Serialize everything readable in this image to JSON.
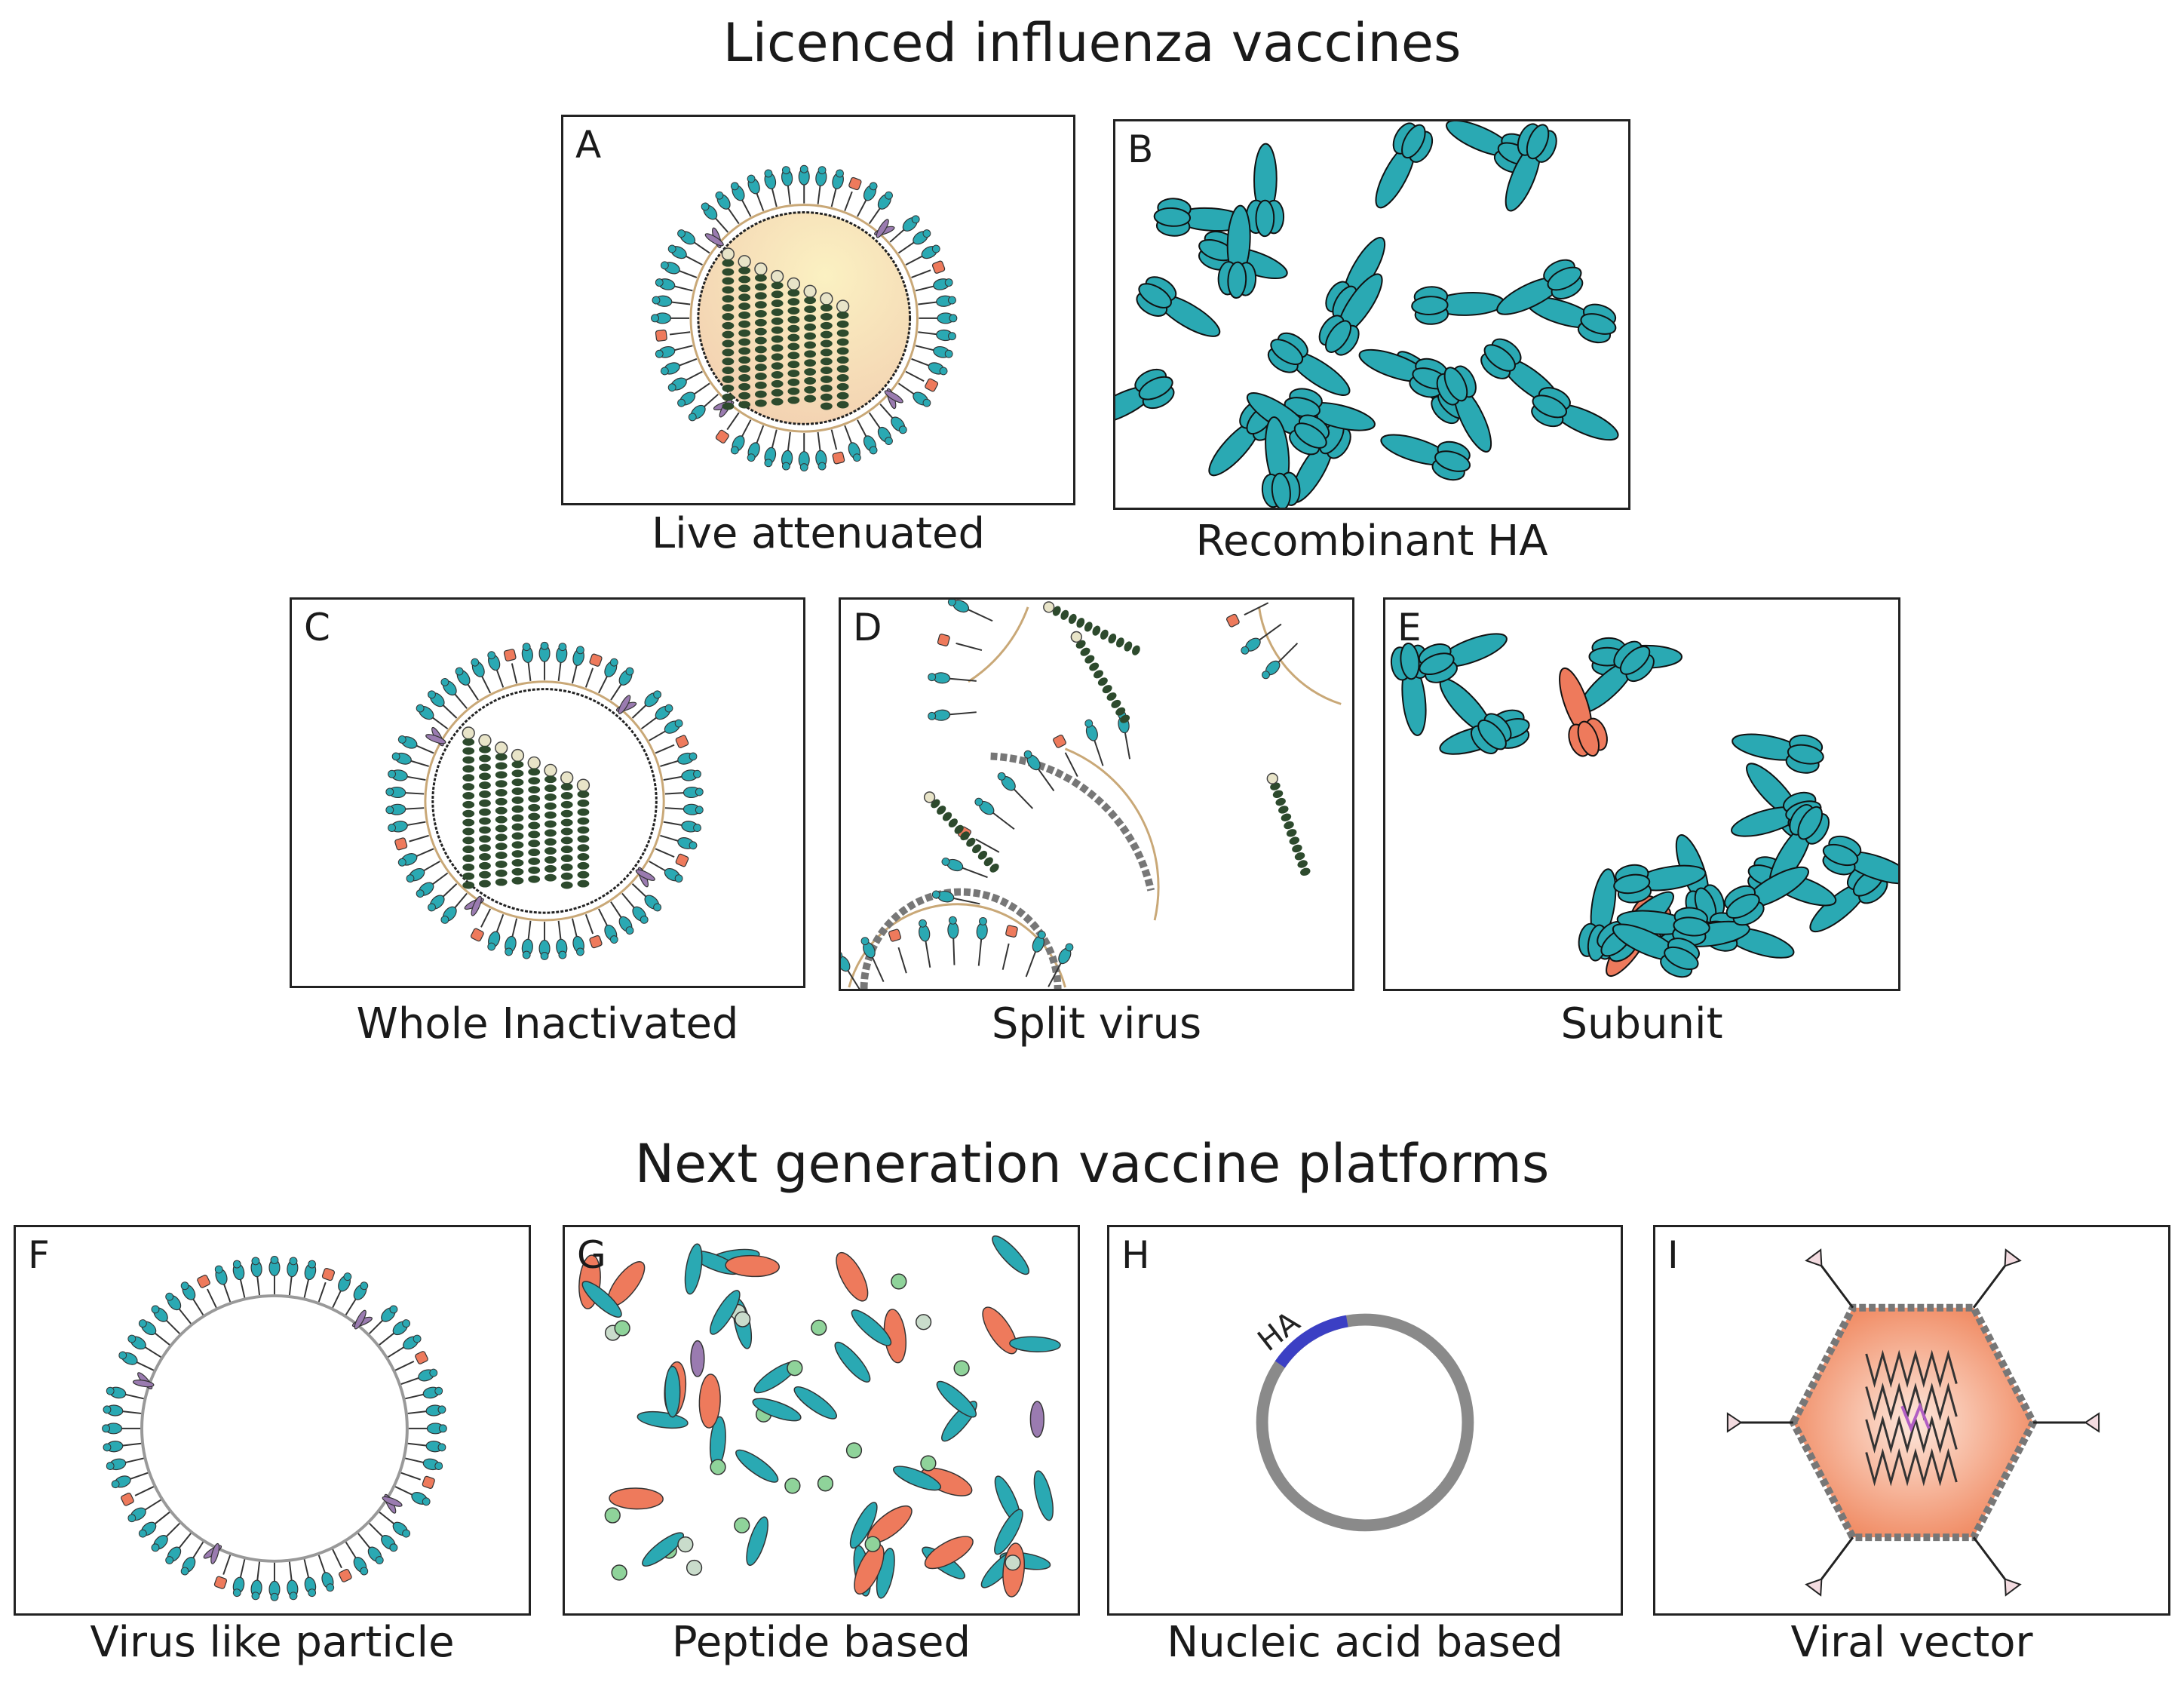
{
  "titles": {
    "licensed": "Licenced influenza vaccines",
    "next_gen": "Next generation vaccine platforms"
  },
  "panels": {
    "A": {
      "letter": "A",
      "caption": "Live attenuated"
    },
    "B": {
      "letter": "B",
      "caption": "Recombinant HA"
    },
    "C": {
      "letter": "C",
      "caption": "Whole Inactivated"
    },
    "D": {
      "letter": "D",
      "caption": "Split virus"
    },
    "E": {
      "letter": "E",
      "caption": "Subunit"
    },
    "F": {
      "letter": "F",
      "caption": "Virus like particle"
    },
    "G": {
      "letter": "G",
      "caption": "Peptide based"
    },
    "H": {
      "letter": "H",
      "caption": "Nucleic acid based",
      "gene_label": "HA"
    },
    "I": {
      "letter": "I",
      "caption": "Viral vector"
    }
  },
  "colors": {
    "ha_teal": "#2aa9b3",
    "na_salmon": "#ee7a5c",
    "m2_purple": "#9a7bb0",
    "rnp_green": "#2d4a2d",
    "membrane_tan": "#c9a877",
    "plasmid_grey": "#8a8a8a",
    "plasmid_blue": "#3b3fc4",
    "peptide_green": "#8fd39a",
    "capsid_orange": "#f08a62"
  }
}
